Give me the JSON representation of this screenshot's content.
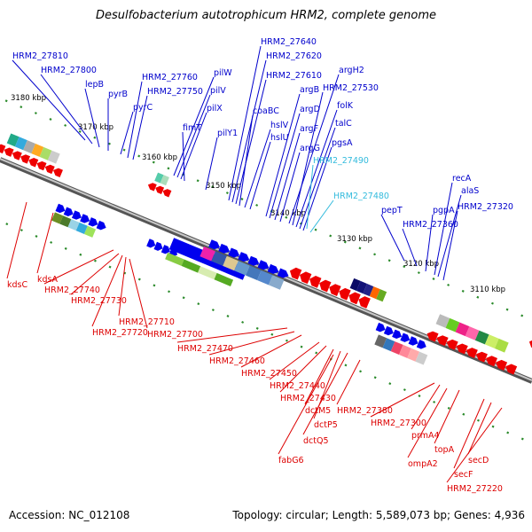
{
  "title": "Desulfobacterium autotrophicum HRM2, complete genome",
  "footer": {
    "accession": "Accession: NC_012108",
    "summary": "Topology: circular; Length: 5,589,073 bp; Genes: 4,936"
  },
  "colors": {
    "forward_label": "#0000cc",
    "reverse_label": "#dd0000",
    "rna_label": "#33bbdd",
    "backbone": "#8a8a8a",
    "tick": "#2a8a2a"
  },
  "ruler": [
    "3180 kbp",
    "3170 kbp",
    "3160 kbp",
    "3150 kbp",
    "3140 kbp",
    "3130 kbp",
    "3120 kbp",
    "3110 kbp"
  ],
  "forward_genes": [
    "HRM2_27810",
    "HRM2_27800",
    "lepB",
    "pyrB",
    "pyrC",
    "HRM2_27760",
    "HRM2_27750",
    "pilW",
    "pilV",
    "pilX",
    "fimT",
    "pilY1",
    "HRM2_27640",
    "HRM2_27620",
    "HRM2_27610",
    "coaBC",
    "hslV",
    "hslU",
    "argB",
    "argD",
    "argF",
    "argG",
    "argH2",
    "HRM2_27530",
    "folK",
    "talC",
    "pgsA",
    "pepT",
    "HRM2_27360",
    "pgpA",
    "recA",
    "alaS",
    "HRM2_27320"
  ],
  "rna_genes": [
    "HRM2_27490",
    "HRM2_27480"
  ],
  "reverse_genes": [
    "kdsC",
    "kdsA",
    "HRM2_27740",
    "HRM2_27730",
    "HRM2_27720",
    "HRM2_27710",
    "HRM2_27700",
    "HRM2_27470",
    "HRM2_27460",
    "HRM2_27450",
    "HRM2_27440",
    "HRM2_27430",
    "dctM5",
    "dctP5",
    "dctQ5",
    "fabG6",
    "HRM2_27380",
    "HRM2_27300",
    "prmA4",
    "ompA2",
    "topA",
    "secF",
    "secD",
    "HRM2_27220"
  ]
}
